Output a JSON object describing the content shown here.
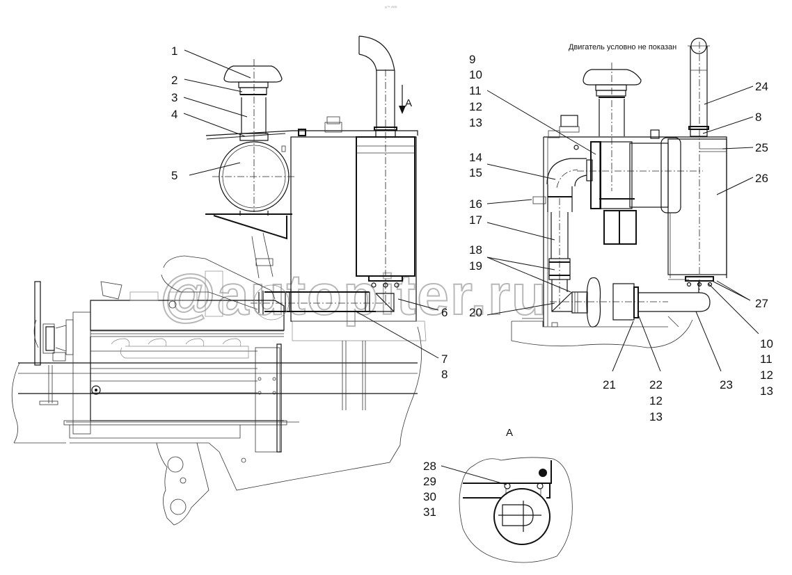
{
  "header": {
    "mark": "a™ ###"
  },
  "note": "Двигатель условно не показан",
  "watermark": "@autopiter.ru",
  "view_a": {
    "arrow_label": "A",
    "detail_title": "A"
  },
  "callouts": {
    "left_view": {
      "c1": "1",
      "c2": "2",
      "c3": "3",
      "c4": "4",
      "c5": "5",
      "c6": "6",
      "c7": "7",
      "c8": "8"
    },
    "right_view": {
      "group_9_13": [
        "9",
        "10",
        "11",
        "12",
        "13"
      ],
      "group_14_15": [
        "14",
        "15"
      ],
      "c16": "16",
      "c17": "17",
      "group_18_19": [
        "18",
        "19"
      ],
      "c20": "20",
      "c21": "21",
      "group_22": [
        "22",
        "12",
        "13"
      ],
      "c23": "23",
      "c24": "24",
      "c8": "8",
      "c25": "25",
      "c26": "26",
      "c27": "27",
      "group_10_13": [
        "10",
        "11",
        "12",
        "13"
      ]
    },
    "detail_a": {
      "group_28_31": [
        "28",
        "29",
        "30",
        "31"
      ]
    }
  }
}
